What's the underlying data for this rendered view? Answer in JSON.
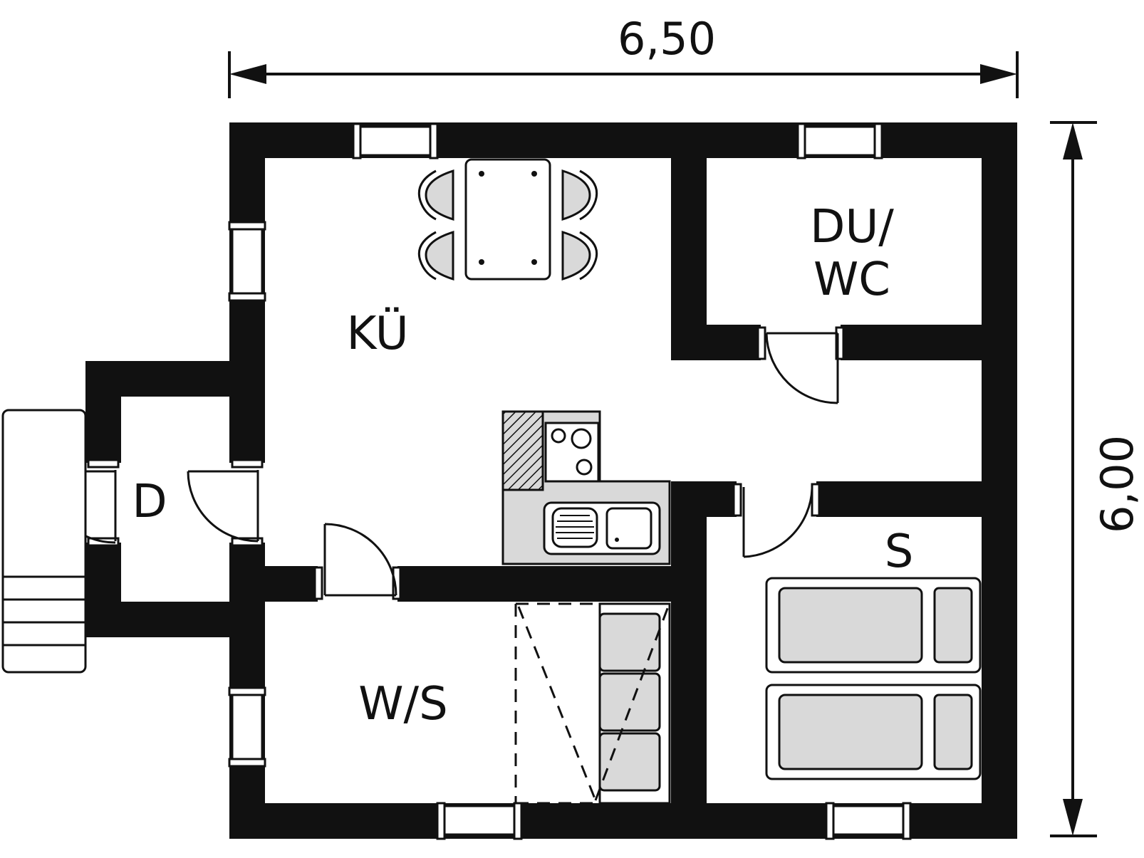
{
  "dimensions": {
    "width": "6,50",
    "depth": "6,00"
  },
  "rooms": {
    "kitchen": "KÜ",
    "shower_wc_line1": "DU/",
    "shower_wc_line2": "WC",
    "hall": "D",
    "living": "W/S",
    "bedroom": "S"
  },
  "colors": {
    "wall": "#111111",
    "furniture_fill": "#d9d9d9",
    "background": "#ffffff"
  }
}
